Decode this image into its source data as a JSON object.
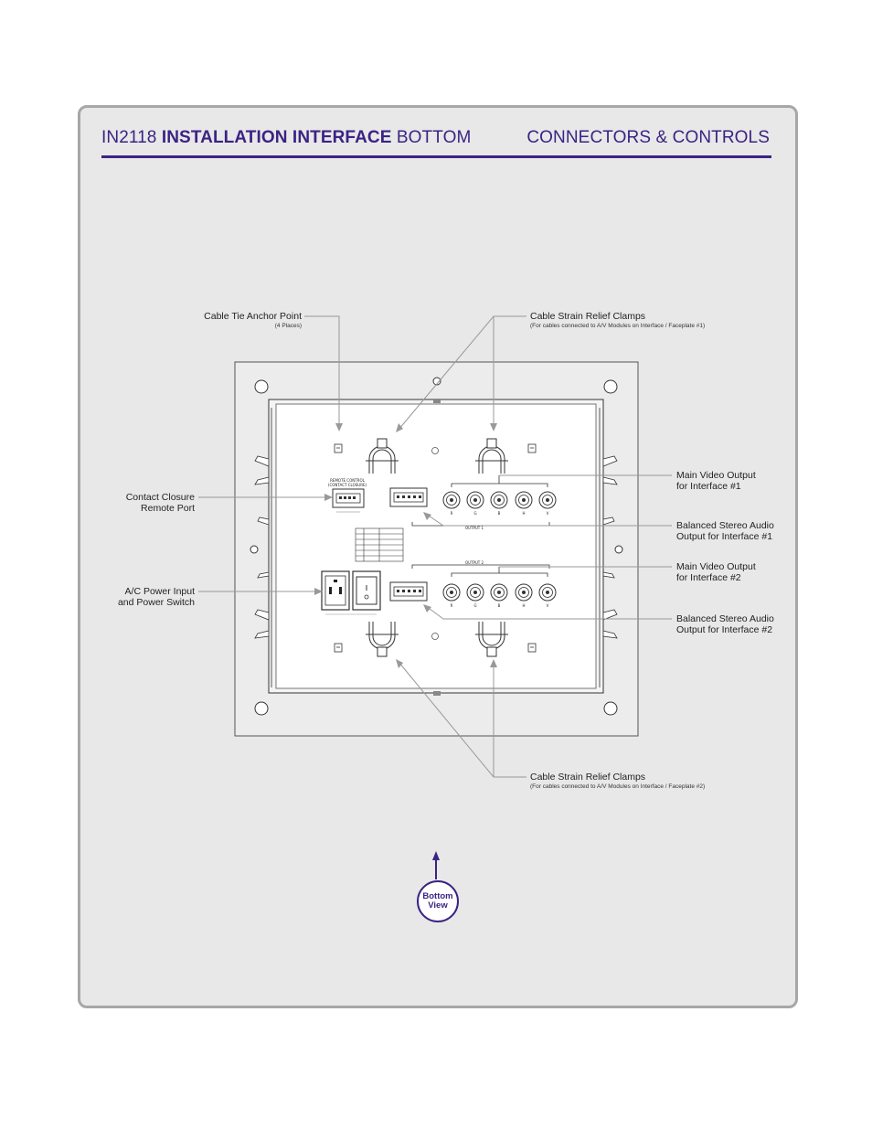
{
  "header": {
    "model": "IN2118",
    "title_bold": "INSTALLATION INTERFACE",
    "title_suffix": "BOTTOM",
    "section": "CONNECTORS & CONTROLS"
  },
  "callouts": {
    "cable_tie": {
      "label": "Cable Tie Anchor Point",
      "sub": "(4 Places)"
    },
    "strain_top": {
      "label": "Cable Strain Relief Clamps",
      "sub": "(For cables connected to A/V Modules on Interface / Faceplate #1)"
    },
    "strain_bottom": {
      "label": "Cable Strain Relief Clamps",
      "sub": "(For cables connected to A/V Modules on Interface / Faceplate #2)"
    },
    "contact_closure": {
      "line1": "Contact Closure",
      "line2": "Remote Port"
    },
    "ac_power": {
      "line1": "A/C Power Input",
      "line2": "and Power Switch"
    },
    "video1": {
      "line1": "Main Video Output",
      "line2": "for Interface #1"
    },
    "audio1": {
      "line1": "Balanced Stereo Audio",
      "line2": "Output for Interface #1"
    },
    "video2": {
      "line1": "Main Video Output",
      "line2": "for Interface #2"
    },
    "audio2": {
      "line1": "Balanced Stereo Audio",
      "line2": "Output for Interface #2"
    }
  },
  "panel_labels": {
    "remote_control": "REMOTE CONTROL",
    "contact_closure": "(CONTACT CLOSURE)",
    "output1": "OUTPUT 1",
    "output2": "OUTPUT 2",
    "bnc_labels": [
      "R",
      "G",
      "B",
      "H",
      "V"
    ]
  },
  "bottom_view": {
    "line1": "Bottom",
    "line2": "View"
  },
  "colors": {
    "accent": "#3b2384",
    "panel": "#e8e8e8",
    "border": "#a7a7a7"
  }
}
